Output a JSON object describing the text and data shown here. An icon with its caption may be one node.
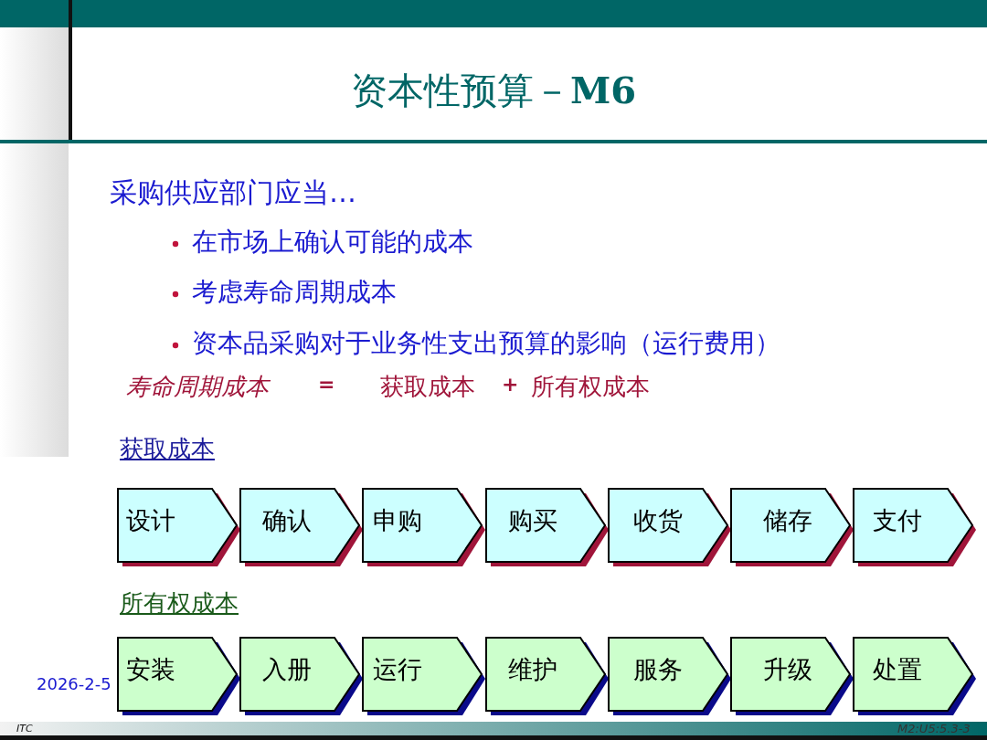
{
  "diagram": {
    "title": "资本性预算－**M6**",
    "nodes": [
      {
        "text": [
          "设计"
        ]
      },
      {
        "text": [
          "确认"
        ]
      },
      {
        "text": [
          "申购"
        ]
      },
      {
        "text": [
          "购买"
        ]
      },
      {
        "text": [
          "收货"
        ]
      },
      {
        "text": [
          "储存"
        ]
      },
      {
        "text": [
          "支付"
        ]
      },
      {
        "text": [
          "安装"
        ]
      },
      {
        "text": [
          "入册"
        ]
      },
      {
        "text": [
          "运行"
        ]
      },
      {
        "text": [
          "维护"
        ]
      },
      {
        "text": [
          "服务"
        ]
      },
      {
        "text": [
          "升级"
        ]
      },
      {
        "text": [
          "处置"
        ]
      }
    ],
    "labels": [
      "采购供应部门应当…",
      "在市场上确认可能的成本",
      "考虑寿命周期成本",
      "资本品采购对于业务性支出预算的影响（运行费用）",
      "寿命周期成本",
      "=",
      "获取成本",
      "+",
      "所有权成本",
      "获取成本",
      "所有权成本",
      "2026-2-5",
      "ITC",
      "M2:U5:5.3-3"
    ]
  }
}
